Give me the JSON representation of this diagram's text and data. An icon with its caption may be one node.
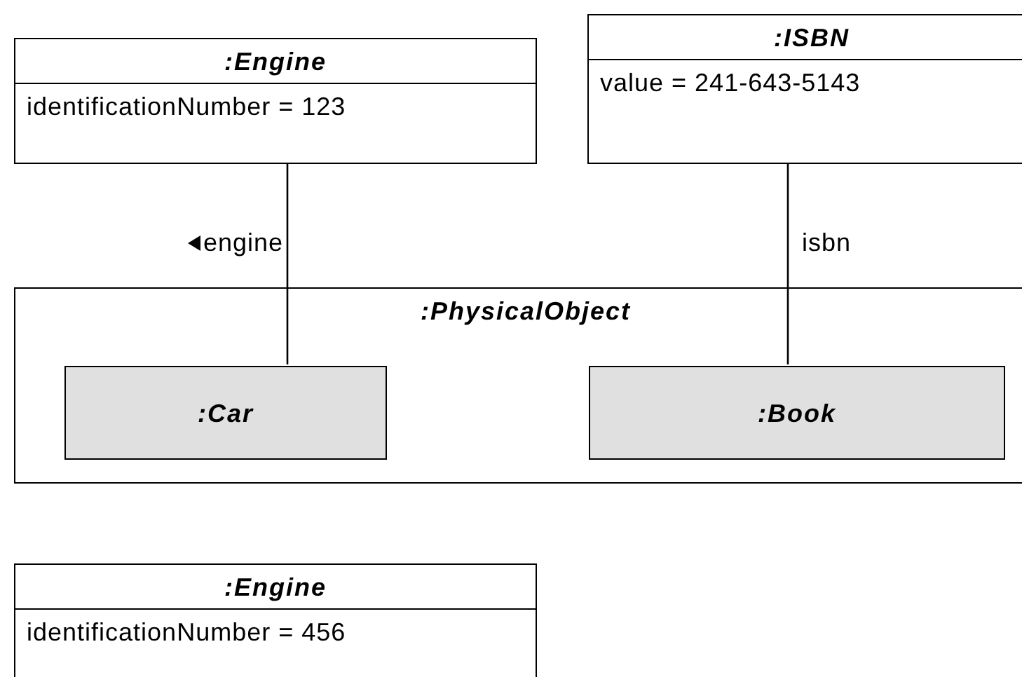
{
  "diagram": {
    "nodes": [
      {
        "text": [
          ":Engine",
          "identificationNumber = 123"
        ]
      },
      {
        "text": [
          ":ISBN",
          "value = 241-643-5143"
        ]
      },
      {
        "text": [
          ":PhysicalObject"
        ]
      },
      {
        "text": [
          ":Car"
        ],
        "in": 2
      },
      {
        "text": [
          ":Book"
        ],
        "in": 2
      },
      {
        "text": [
          ":Engine",
          "identificationNumber = 456"
        ]
      }
    ],
    "edges": [
      {
        "from": 0,
        "to": 3,
        "arrow": "none",
        "label": "engine"
      },
      {
        "from": 1,
        "to": 4,
        "arrow": "none",
        "label": "isbn"
      }
    ]
  }
}
